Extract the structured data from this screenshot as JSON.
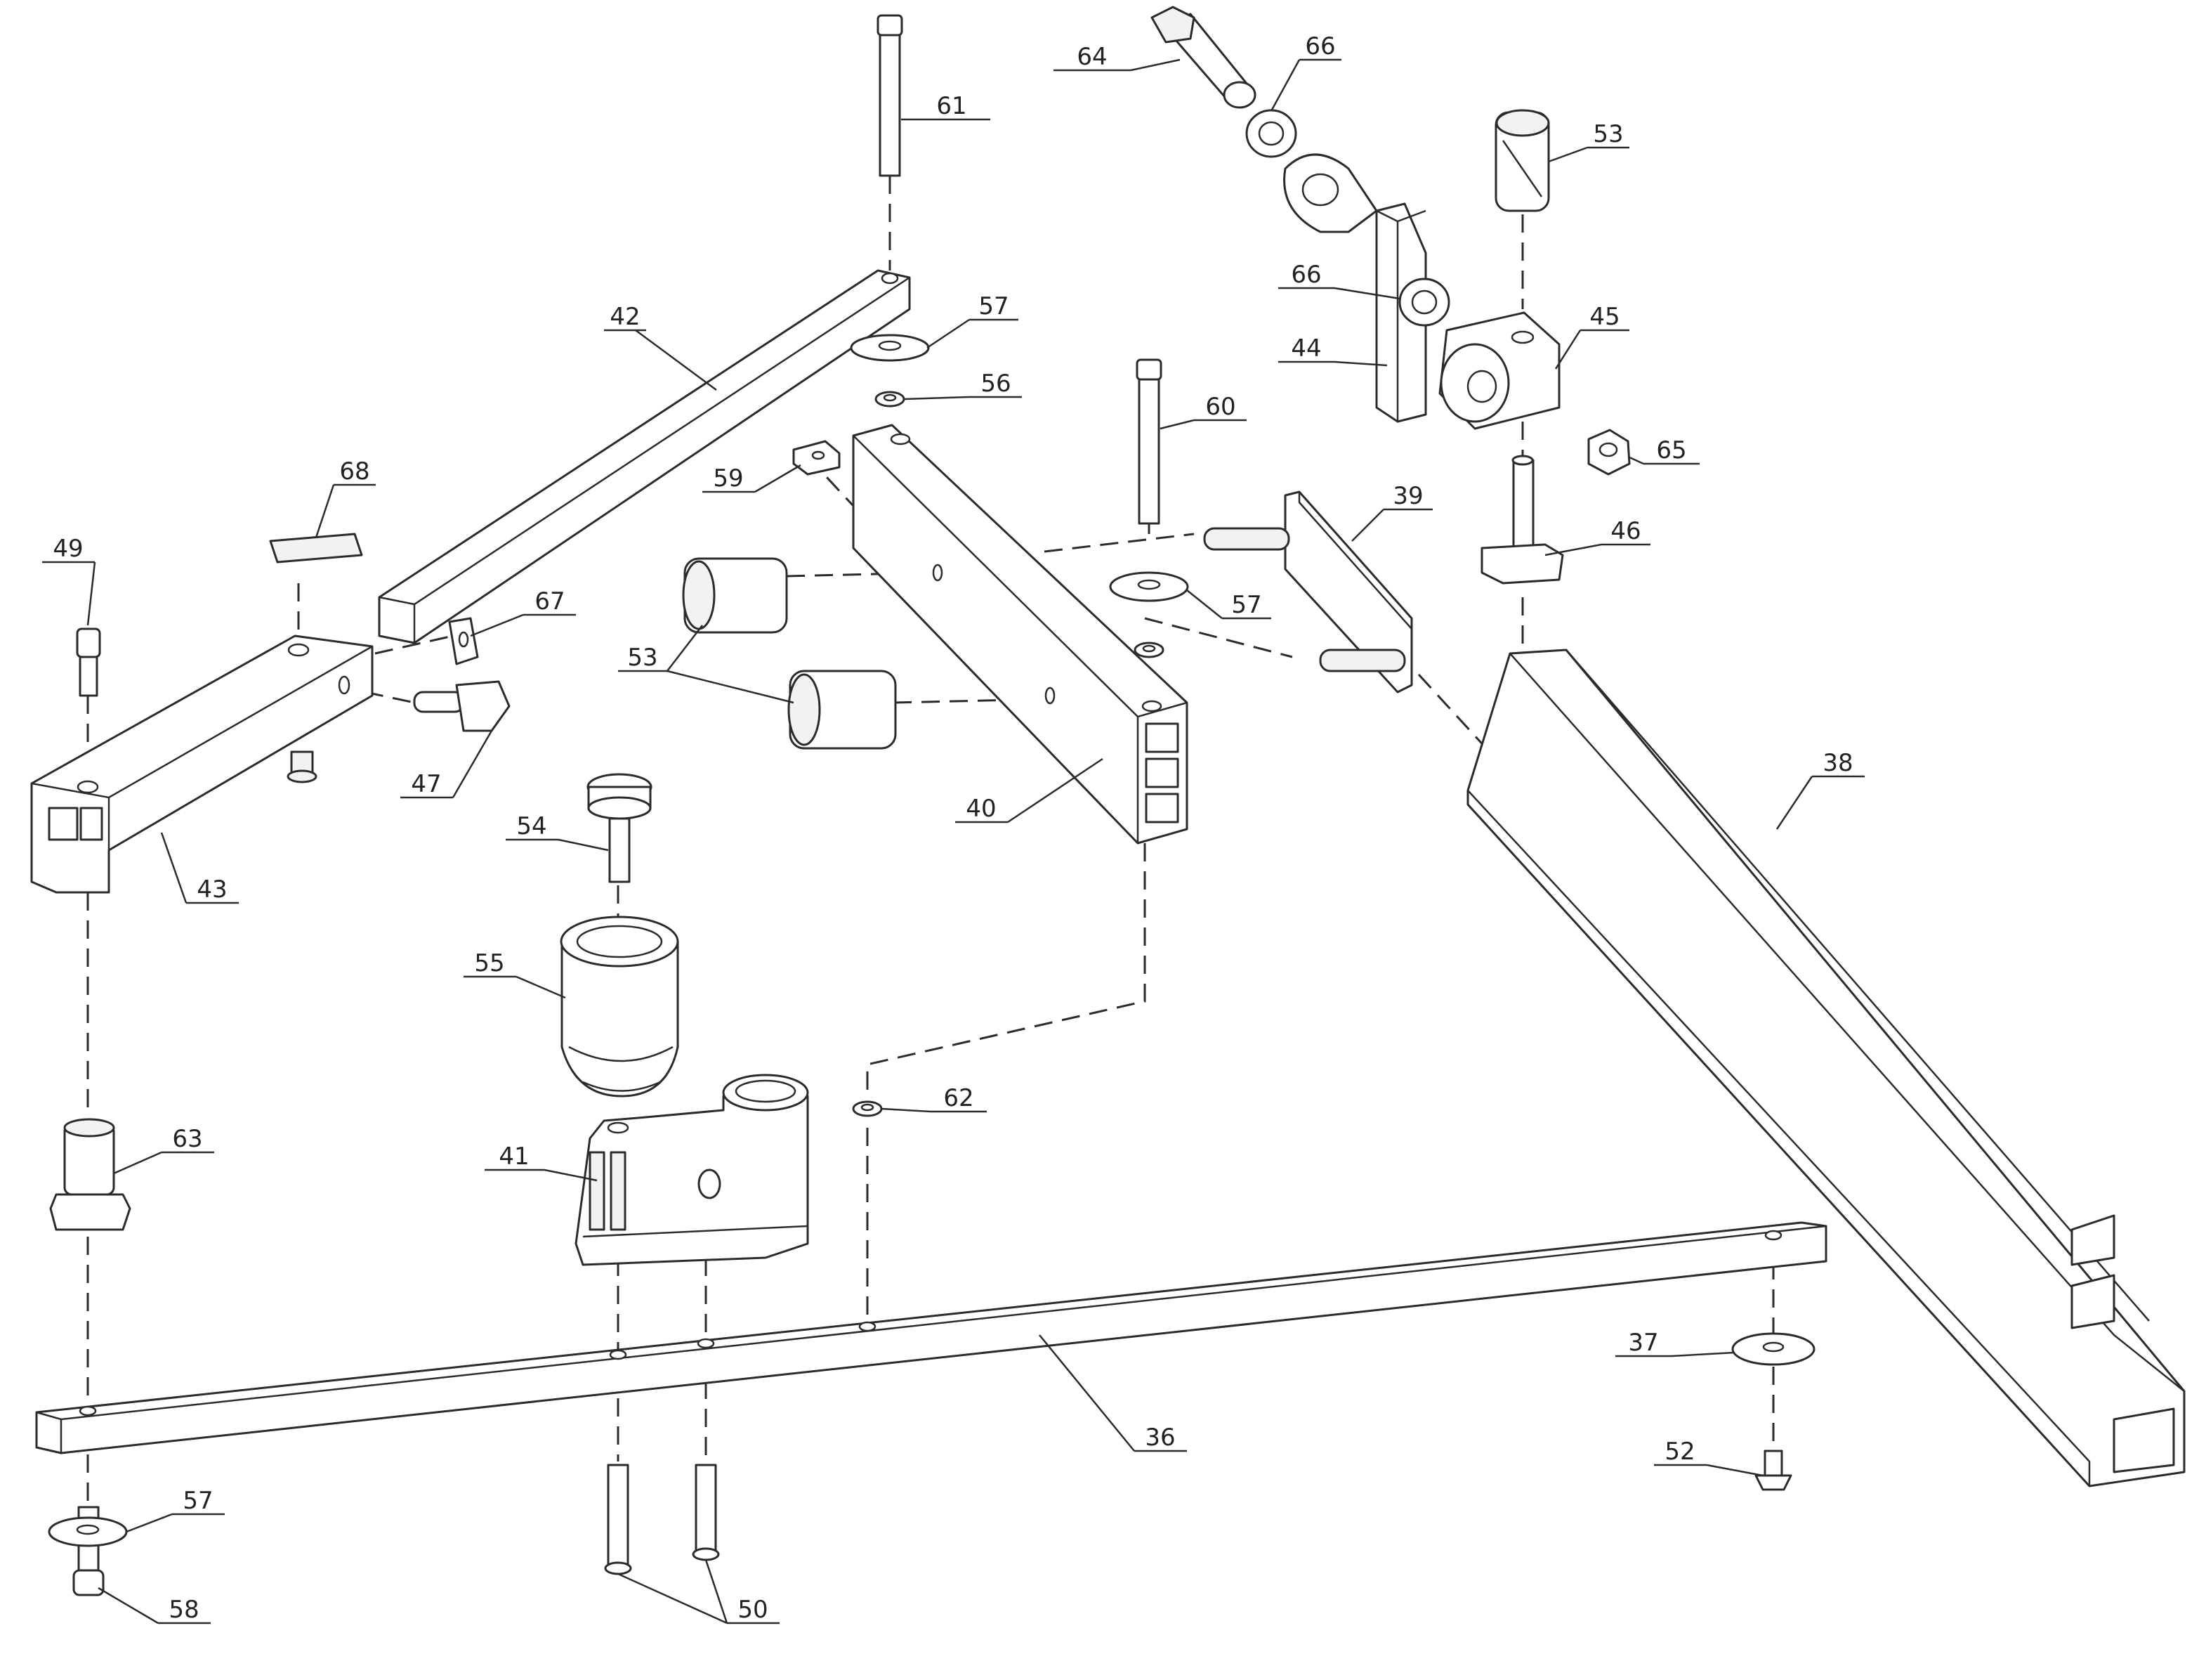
{
  "callouts": {
    "c36": "36",
    "c37": "37",
    "c38": "38",
    "c39": "39",
    "c40": "40",
    "c41": "41",
    "c42": "42",
    "c43": "43",
    "c44": "44",
    "c45": "45",
    "c46": "46",
    "c47": "47",
    "c49": "49",
    "c50": "50",
    "c52": "52",
    "c53a": "53",
    "c53b": "53",
    "c54": "54",
    "c55": "55",
    "c56": "56",
    "c57a": "57",
    "c57b": "57",
    "c57c": "57",
    "c58": "58",
    "c59": "59",
    "c60": "60",
    "c61": "61",
    "c62": "62",
    "c63": "63",
    "c64": "64",
    "c65": "65",
    "c66a": "66",
    "c66b": "66",
    "c67": "67",
    "c68": "68"
  },
  "colors": {
    "line": "#2b2b2b",
    "shade": "#f2f2f2",
    "background": "#ffffff"
  }
}
